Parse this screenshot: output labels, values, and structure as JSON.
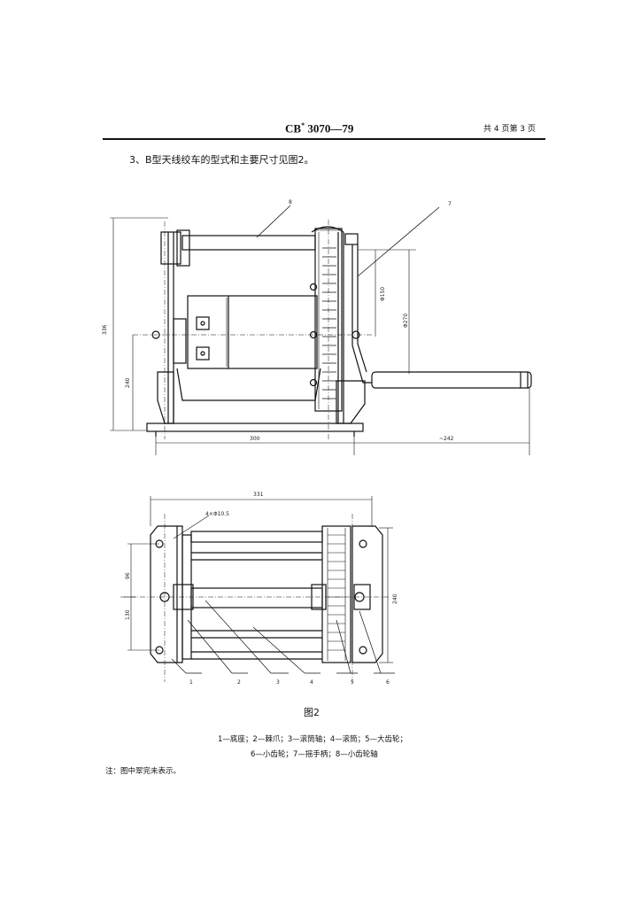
{
  "header": {
    "code": "CB",
    "code_mark": "*",
    "code_number": "3070—79",
    "page_info": "共 4 页第 3 页"
  },
  "section_text": "3、B型天线绞车的型式和主要尺寸见图2。",
  "figure": {
    "label": "图2",
    "legend_line1": "1—底座；2—棘爪；3—滚筒轴；4—滚筒；5—大齿轮；",
    "legend_line2": "6—小齿轮；7—摇手柄；8—小齿轮轴",
    "note": "注：图中翠完未表示。",
    "callouts_top": [
      "8",
      "7"
    ],
    "callouts_bottom": [
      "1",
      "2",
      "3",
      "4",
      "5",
      "6"
    ],
    "dims_top": [
      "336",
      "240",
      "300",
      "~242",
      "Φ150",
      "Φ270"
    ],
    "dims_bottom": [
      "331",
      "4×Φ10.5",
      "96",
      "130",
      "240"
    ]
  }
}
